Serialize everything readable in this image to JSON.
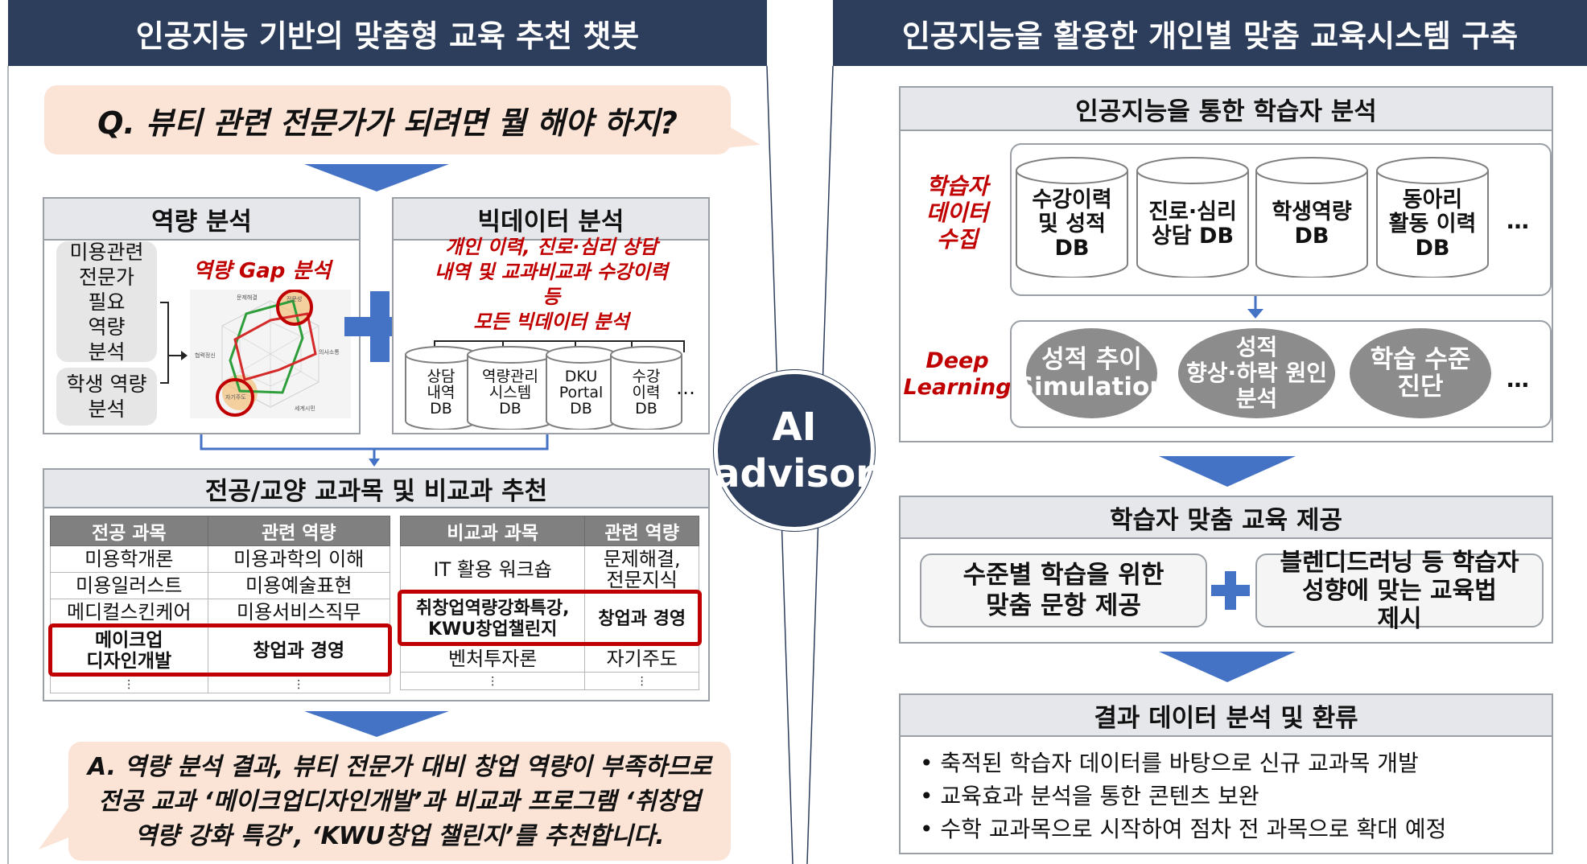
{
  "left": {
    "header": "인공지능 기반의 맞춤형 교육 추천 챗봇",
    "question": "Q. 뷰티 관련 전문가가 되려면 뭘 해야 하지?",
    "competency": {
      "title": "역량 분석",
      "item1": [
        "미용관련",
        "전문가",
        "필요",
        "역량",
        "분석"
      ],
      "item2": [
        "학생 역량",
        "분석"
      ],
      "gap_label": "역량 Gap 분석",
      "radar_labels": [
        "문제해결",
        "전문성",
        "의사소통",
        "세계시민",
        "자기주도",
        "협력정신"
      ]
    },
    "bigdata": {
      "title": "빅데이터 분석",
      "desc": [
        "개인 이력, 진로·심리 상담",
        "내역 및 교과비교과 수강이력",
        "등",
        "모든 빅데이터 분석"
      ],
      "dbs": [
        [
          "상담",
          "내역",
          "DB"
        ],
        [
          "역량관리",
          "시스템",
          "DB"
        ],
        [
          "DKU",
          "Portal",
          "DB"
        ],
        [
          "수강",
          "이력",
          "DB"
        ]
      ],
      "more": "…"
    },
    "recommend": {
      "title": "전공/교양 교과목 및 비교과 추천",
      "major": {
        "headers": [
          "전공 과목",
          "관련 역량"
        ],
        "rows": [
          [
            "미용학개론",
            "미용과학의 이해"
          ],
          [
            "미용일러스트",
            "미용예술표현"
          ],
          [
            "메디컬스킨케어",
            "미용서비스직무"
          ],
          [
            "메이크업\n디자인개발",
            "창업과 경영"
          ],
          [
            "⋮",
            "⋮"
          ]
        ]
      },
      "extra": {
        "headers": [
          "비교과 과목",
          "관련 역량"
        ],
        "rows": [
          [
            "IT 활용 워크숍",
            "문제해결,\n전문지식"
          ],
          [
            "취창업역량강화특강,\nKWU창업챌린지",
            "창업과 경영"
          ],
          [
            "벤처투자론",
            "자기주도"
          ],
          [
            "⋮",
            "⋮"
          ]
        ]
      }
    },
    "answer": [
      "A. 역량 분석 결과, 뷰티 전문가 대비 창업 역량이 부족하므로",
      "전공 교과 ‘메이크업디자인개발’과 비교과  프로그램 ‘취창업",
      "역량 강화 특강’,  ‘KWU창업 챌린지’를 추천합니다."
    ]
  },
  "center": {
    "label": [
      "AI",
      "advisor"
    ]
  },
  "right": {
    "header": "인공지능을 활용한 개인별 맞춤 교육시스템 구축",
    "analysis": {
      "title": "인공지능을 통한 학습자 분석",
      "collect_label": [
        "학습자",
        "데이터",
        "수집"
      ],
      "dbs": [
        [
          "수강이력",
          "및 성적",
          "DB"
        ],
        [
          "진로·심리",
          "상담 DB"
        ],
        [
          "학생역량",
          "DB"
        ],
        [
          "동아리",
          "활동 이력",
          "DB"
        ]
      ],
      "dl_label": [
        "Deep",
        "Learning"
      ],
      "ovals": [
        [
          "성적 추이",
          "Simulation"
        ],
        [
          "성적",
          "향상·하락 원인",
          "분석"
        ],
        [
          "학습 수준",
          "진단"
        ]
      ],
      "more": "…"
    },
    "provide": {
      "title": "학습자 맞춤 교육 제공",
      "box1": [
        "수준별 학습을 위한",
        "맞춤 문항 제공"
      ],
      "box2": [
        "블렌디드러닝 등 학습자",
        "성향에 맞는 교육법",
        "제시"
      ]
    },
    "result": {
      "title": "결과 데이터 분석 및 환류",
      "bullets": [
        "축적된 학습자 데이터를 바탕으로 신규 교과목 개발",
        "교육효과 분석을 통한 콘텐츠 보완",
        "수학 교과목으로 시작하여 점차 전 과목으로 확대 예정"
      ]
    }
  },
  "colors": {
    "navy": "#2d3e5c",
    "blue_arrow": "#4472c4",
    "red": "#c00000",
    "peach": "#fbe3d6",
    "gray": "#8c8c8c"
  }
}
